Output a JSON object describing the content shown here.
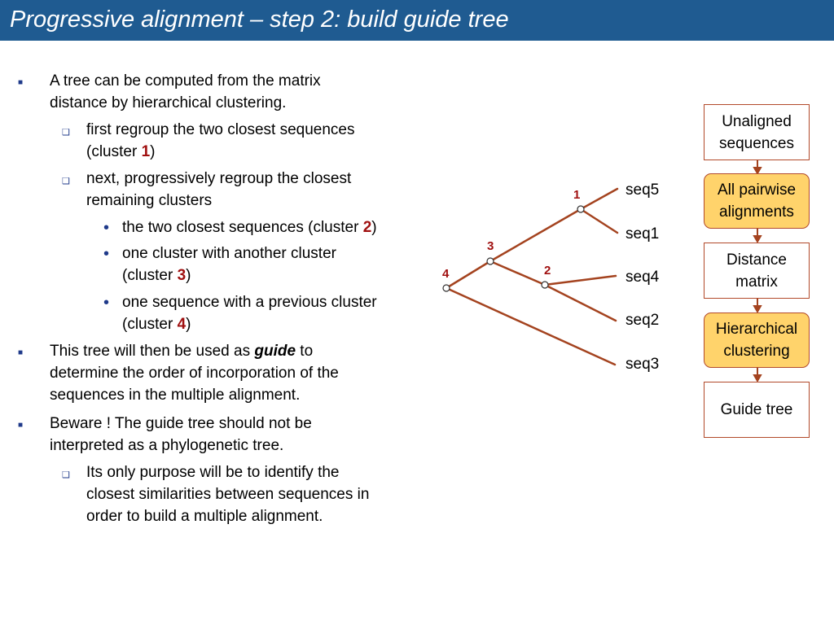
{
  "title": "Progressive alignment – step 2: build guide tree",
  "bullets": {
    "b1_line1": "A tree can be computed from the matrix",
    "b1_line2": "distance by hierarchical clustering.",
    "s1_line1": "first regroup the two closest sequences",
    "s1_pre": "(cluster ",
    "s1_num": "1",
    "s1_post": ")",
    "s2_line1": "next, progressively regroup the closest",
    "s2_line2": "remaining clusters",
    "t1_pre": "the two closest sequences (cluster ",
    "t1_num": "2",
    "t1_post": ")",
    "t2_line1": "one cluster with another cluster",
    "t2_pre": "(cluster ",
    "t2_num": "3",
    "t2_post": ")",
    "t3_line1": "one sequence with a previous cluster",
    "t3_pre": "(cluster ",
    "t3_num": "4",
    "t3_post": ")",
    "b2_pre": "This tree will then be used as ",
    "b2_emph": "guide",
    "b2_post": " to",
    "b2_line2": "determine the order of incorporation of the",
    "b2_line3": "sequences in the multiple alignment.",
    "b3_line1": "Beware ! The guide tree should not be",
    "b3_line2": "interpreted as a phylogenetic tree.",
    "s3_line1": "Its only purpose will be to identify the",
    "s3_line2": "closest similarities between sequences in",
    "s3_line3": "order to build a multiple alignment."
  },
  "tree": {
    "leaves": [
      "seq5",
      "seq1",
      "seq4",
      "seq2",
      "seq3"
    ],
    "clusters": [
      "1",
      "2",
      "3",
      "4"
    ],
    "line_color": "#a4431f"
  },
  "flowchart": {
    "box1": [
      "Unaligned",
      "sequences"
    ],
    "box2": [
      "All pairwise",
      "alignments"
    ],
    "box3": [
      "Distance",
      "matrix"
    ],
    "box4": [
      "Hierarchical",
      "clustering"
    ],
    "box5": [
      "Guide tree"
    ],
    "highlight_color": "#ffd36b"
  }
}
